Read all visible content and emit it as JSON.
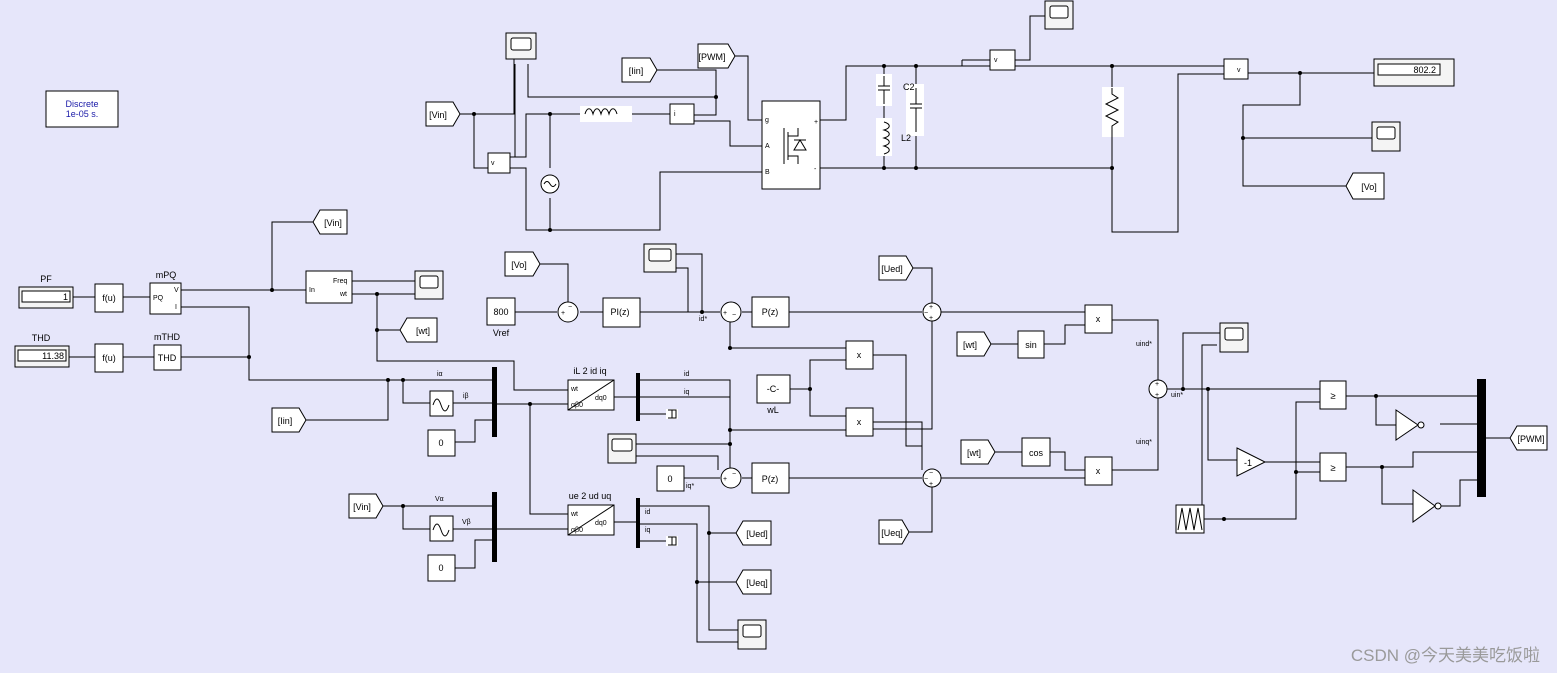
{
  "solver": {
    "line1": "Discrete",
    "line2": "1e-05 s."
  },
  "goto": {
    "vin_top": "[Vin]",
    "iin": "[Iin]",
    "pwm_in": "[PWM]",
    "vin_pq": "[Vin]",
    "wt": "[wt]",
    "vo": "[Vo]",
    "ued": "[Ued]",
    "ueq": "[Ueq]",
    "pwm_out": "[PWM]"
  },
  "from": {
    "vo": "[Vo]",
    "iin": "[Iin]",
    "vin": "[Vin]",
    "ued": "[Ued]",
    "ueq": "[Ueq]",
    "wt_sin": "[wt]",
    "wt_cos": "[wt]"
  },
  "displays": {
    "pf_value": "1",
    "thd_value": "11.38",
    "vout_value": "802.2"
  },
  "labels": {
    "pf": "PF",
    "thd": "THD",
    "mpq": "mPQ",
    "mthd": "mTHD",
    "thd_block": "THD",
    "fu1": "f(u)",
    "fu2": "f(u)",
    "pq_v": "V",
    "pq_i": "I",
    "pq_pq": "PQ",
    "pll_in": "In",
    "pll_freq": "Freq",
    "pll_wt": "wt",
    "vref_value": "800",
    "vref_name": "Vref",
    "pi": "PI(z)",
    "pz1": "P(z)",
    "pz2": "P(z)",
    "idstar": "id*",
    "iqstar": "iq*",
    "zero_iq": "0",
    "wl_block": "-C-",
    "wl_name": "wL",
    "mul_x": "x",
    "sin": "sin",
    "cos": "cos",
    "uind": "uind*",
    "uinq": "uinq*",
    "uin": "uin*",
    "il_title": "iL 2 id iq",
    "ue_title": "ue 2 ud uq",
    "wt_port": "wt",
    "ab0_port": "αβ0",
    "dq0_port": "dq0",
    "i_alpha": "iα",
    "i_beta": "iβ",
    "v_alpha": "Vα",
    "v_beta": "Vβ",
    "zero": "0",
    "id": "id",
    "iq": "iq",
    "neg1": "-1",
    "ge": "≥",
    "conv_g": "g",
    "conv_a": "A",
    "conv_b": "B",
    "conv_p": "+",
    "conv_m": "-",
    "c2": "C2",
    "l2": "L2",
    "vm": "v",
    "im": "i"
  },
  "watermark": "CSDN @今天美美吃饭啦"
}
